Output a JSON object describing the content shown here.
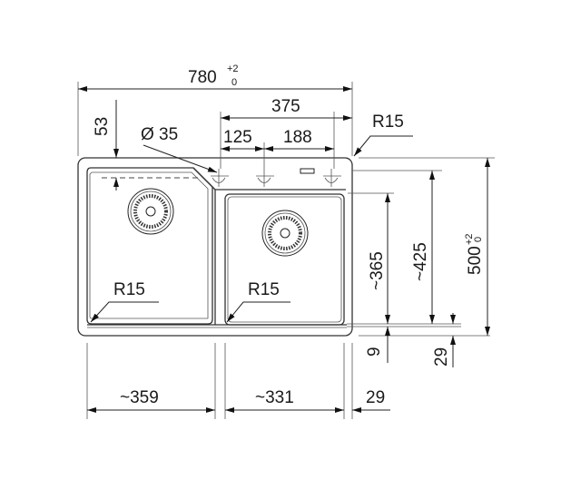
{
  "title": "Double bowl sink dimension drawing",
  "dimensions": {
    "overall_width": {
      "value": "780",
      "tol_upper": "+2",
      "tol_lower": "0"
    },
    "tap_span": "375",
    "tap_offset_1": "125",
    "tap_offset_2": "188",
    "tap_hole_diameter": "Ø 35",
    "corner_radius_outer": "R15",
    "front_margin": "53",
    "right_bowl_depth": "~365",
    "left_bowl_depth": "~425",
    "overall_depth": {
      "value": "500",
      "tol_upper": "+2",
      "tol_lower": "0"
    },
    "rear_gap_right": "9",
    "rear_gap_left": "29",
    "left_bowl_width": "~359",
    "right_bowl_width": "~331",
    "side_margin": "29",
    "left_bowl_radius": "R15",
    "right_bowl_radius": "R15"
  }
}
